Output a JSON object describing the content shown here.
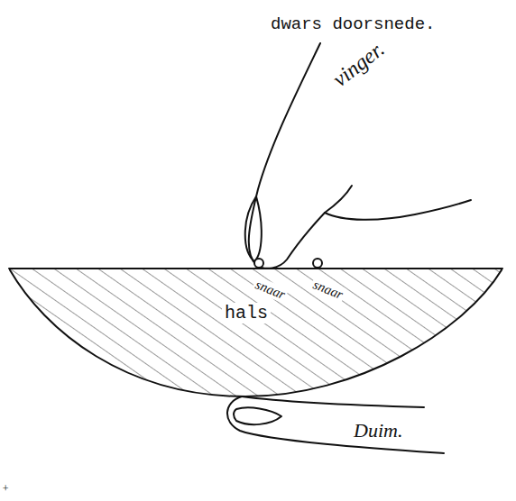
{
  "diagram": {
    "title": "dwars doorsnede.",
    "nodes": [
      {
        "text": [
          "hals"
        ]
      }
    ],
    "labels": [
      "vinger.",
      "snaar",
      "snaar",
      "Duim.",
      "+"
    ]
  }
}
